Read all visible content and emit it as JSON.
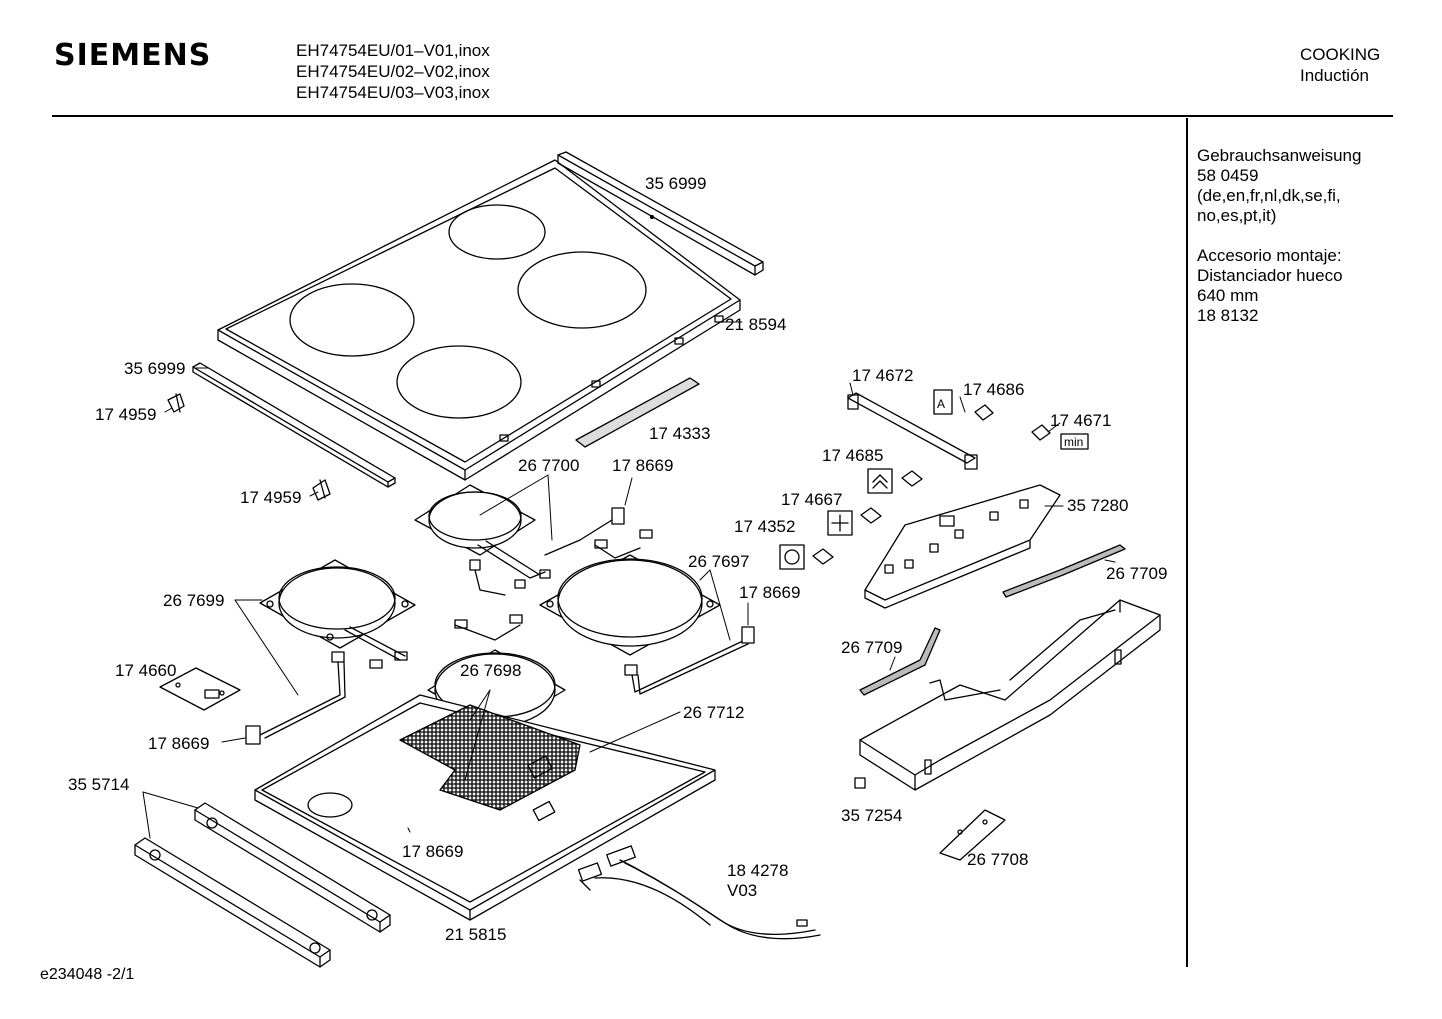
{
  "header": {
    "brand": "SIEMENS",
    "models": [
      "EH74754EU/01–V01,inox",
      "EH74754EU/02–V02,inox",
      "EH74754EU/03–V03,inox"
    ],
    "category": "COOKING",
    "subcategory": "Inductión"
  },
  "side_notes": {
    "manual": [
      "Gebrauchsanweisung",
      "58 0459",
      "(de,en,fr,nl,dk,se,fi,",
      "no,es,pt,it)"
    ],
    "accessory": [
      "Accesorio montaje:",
      "Distanciador hueco",
      "640 mm",
      "18 8132"
    ]
  },
  "footer": {
    "code": "e234048  -2/1"
  },
  "parts": [
    {
      "id": "p1",
      "label": "35 6999"
    },
    {
      "id": "p2",
      "label": "21 8594"
    },
    {
      "id": "p3",
      "label": "35 6999"
    },
    {
      "id": "p4",
      "label": "17 4959"
    },
    {
      "id": "p5",
      "label": "17 4333"
    },
    {
      "id": "p6",
      "label": "17 4959"
    },
    {
      "id": "p7",
      "label": "26 7700"
    },
    {
      "id": "p8",
      "label": "17 8669"
    },
    {
      "id": "p9",
      "label": "26 7699"
    },
    {
      "id": "p10",
      "label": "26 7697"
    },
    {
      "id": "p11",
      "label": "17 8669"
    },
    {
      "id": "p12",
      "label": "17 4660"
    },
    {
      "id": "p13",
      "label": "26 7698"
    },
    {
      "id": "p14",
      "label": "26 7712"
    },
    {
      "id": "p15",
      "label": "17 8669"
    },
    {
      "id": "p16",
      "label": "35 5714"
    },
    {
      "id": "p17",
      "label": "17 8669"
    },
    {
      "id": "p18",
      "label": "18 4278"
    },
    {
      "id": "p19",
      "label": "V03"
    },
    {
      "id": "p20",
      "label": "21 5815"
    },
    {
      "id": "p21",
      "label": "17 4672"
    },
    {
      "id": "p22",
      "label": "17 4686"
    },
    {
      "id": "p23",
      "label": "17 4671"
    },
    {
      "id": "p24",
      "label": "17 4685"
    },
    {
      "id": "p25",
      "label": "17 4667"
    },
    {
      "id": "p26",
      "label": "35 7280"
    },
    {
      "id": "p27",
      "label": "17 4352"
    },
    {
      "id": "p28",
      "label": "26 7709"
    },
    {
      "id": "p29",
      "label": "26 7709"
    },
    {
      "id": "p30",
      "label": "35 7254"
    },
    {
      "id": "p31",
      "label": "26 7708"
    }
  ],
  "symbols": {
    "auto": "A",
    "minus": "min"
  }
}
